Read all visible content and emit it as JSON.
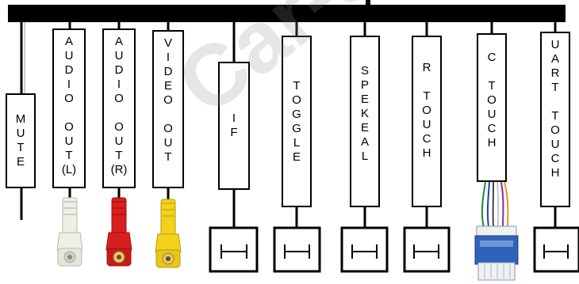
{
  "watermark": "Car-Solution",
  "colors": {
    "bus": "#000000",
    "white_plug": "#efefe6",
    "red_plug": "#d81f1f",
    "yellow_plug": "#f2d21a",
    "blue_connector": "#2f63b8"
  },
  "labels": [
    {
      "key": "mute",
      "lines": [
        "M",
        "U",
        "T",
        "E"
      ]
    },
    {
      "key": "audio_out_l",
      "lines": [
        "A",
        "U",
        "D",
        "I",
        "O",
        "",
        "O",
        "U",
        "T",
        "(L)"
      ]
    },
    {
      "key": "audio_out_r",
      "lines": [
        "A",
        "U",
        "D",
        "I",
        "O",
        "",
        "O",
        "U",
        "T",
        "(R)"
      ]
    },
    {
      "key": "video_out",
      "lines": [
        "V",
        "I",
        "D",
        "E",
        "O",
        "",
        "O",
        "U",
        "T"
      ]
    },
    {
      "key": "if",
      "lines": [
        "I",
        "F"
      ]
    },
    {
      "key": "toggle",
      "lines": [
        "T",
        "O",
        "G",
        "G",
        "L",
        "E"
      ]
    },
    {
      "key": "spekeal",
      "lines": [
        "S",
        "P",
        "E",
        "K",
        "E",
        "A",
        "L"
      ]
    },
    {
      "key": "r_touch",
      "lines": [
        "R",
        "",
        "T",
        "O",
        "U",
        "C",
        "H"
      ]
    },
    {
      "key": "c_touch",
      "lines": [
        "C",
        "",
        "T",
        "O",
        "U",
        "C",
        "H"
      ]
    },
    {
      "key": "uart_touch",
      "lines": [
        "U",
        "A",
        "R",
        "T",
        "",
        "T",
        "O",
        "U",
        "C",
        "H"
      ]
    }
  ],
  "connectors": [
    {
      "key": "rca_white",
      "kind": "rca",
      "icon": "rca-plug-icon",
      "color": "#efefe6"
    },
    {
      "key": "rca_red",
      "kind": "rca",
      "icon": "rca-plug-icon",
      "color": "#d81f1f"
    },
    {
      "key": "rca_yellow",
      "kind": "rca",
      "icon": "rca-plug-icon",
      "color": "#f2d21a"
    },
    {
      "key": "switch_if",
      "kind": "switch",
      "icon": "switch-symbol-icon"
    },
    {
      "key": "switch_toggle",
      "kind": "switch",
      "icon": "switch-symbol-icon"
    },
    {
      "key": "switch_spekeal",
      "kind": "switch",
      "icon": "switch-symbol-icon"
    },
    {
      "key": "switch_r_touch",
      "kind": "switch",
      "icon": "switch-symbol-icon"
    },
    {
      "key": "c_touch_harness",
      "kind": "harness",
      "icon": "wire-harness-connector-icon"
    },
    {
      "key": "switch_uart_touch",
      "kind": "switch",
      "icon": "switch-symbol-icon"
    }
  ]
}
